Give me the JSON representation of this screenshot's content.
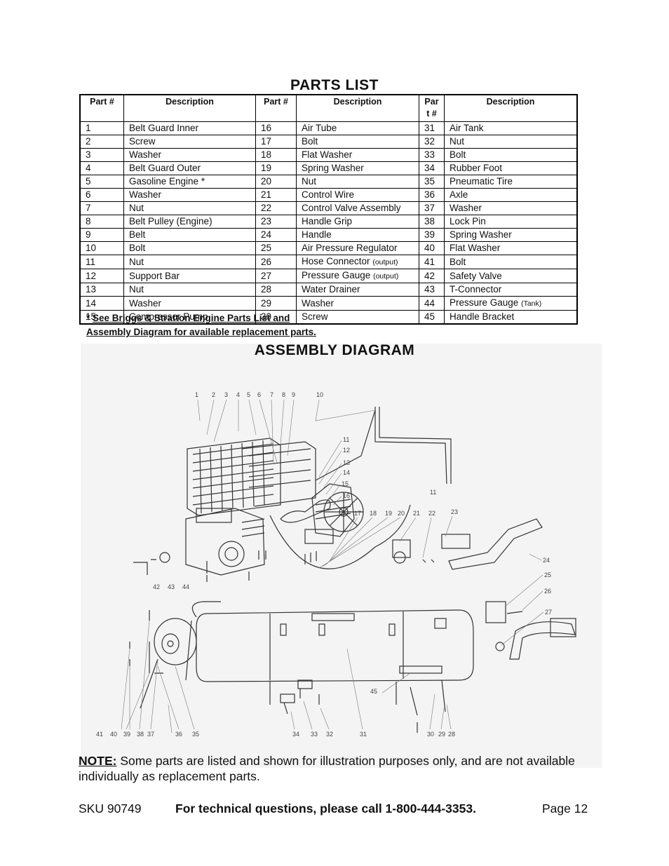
{
  "parts_title": "PARTS LIST",
  "table": {
    "headers": [
      "Part #",
      "Description",
      "Part #",
      "Description",
      "Par\nt #",
      "Description"
    ],
    "rows": [
      {
        "p1": "1",
        "d1": "Belt Guard Inner",
        "p2": "16",
        "d2": "Air Tube",
        "p3": "31",
        "d3": "Air Tank"
      },
      {
        "p1": "2",
        "d1": "Screw",
        "p2": "17",
        "d2": "Bolt",
        "p3": "32",
        "d3": "Nut"
      },
      {
        "p1": "3",
        "d1": "Washer",
        "p2": "18",
        "d2": "Flat Washer",
        "p3": "33",
        "d3": "Bolt"
      },
      {
        "p1": "4",
        "d1": "Belt Guard Outer",
        "p2": "19",
        "d2": "Spring Washer",
        "p3": "34",
        "d3": "Rubber Foot"
      },
      {
        "p1": "5",
        "d1": "Gasoline Engine  *",
        "p2": "20",
        "d2": "Nut",
        "p3": "35",
        "d3": "Pneumatic Tire"
      },
      {
        "p1": "6",
        "d1": "Washer",
        "p2": "21",
        "d2": "Control Wire",
        "p3": "36",
        "d3": "Axle"
      },
      {
        "p1": "7",
        "d1": "Nut",
        "p2": "22",
        "d2": "Control Valve Assembly",
        "p3": "37",
        "d3": "Washer"
      },
      {
        "p1": "8",
        "d1": "Belt Pulley (Engine)",
        "p2": "23",
        "d2": "Handle Grip",
        "p3": "38",
        "d3": "Lock Pin"
      },
      {
        "p1": "9",
        "d1": "Belt",
        "p2": "24",
        "d2": "Handle",
        "p3": "39",
        "d3": "Spring Washer"
      },
      {
        "p1": "10",
        "d1": "Bolt",
        "p2": "25",
        "d2": "Air Pressure Regulator",
        "p3": "40",
        "d3": "Flat Washer"
      },
      {
        "p1": "11",
        "d1": "Nut",
        "p2": "26",
        "d2": "Hose Connector",
        "d2s": "(output)",
        "p3": "41",
        "d3": "Bolt"
      },
      {
        "p1": "12",
        "d1": "Support Bar",
        "p2": "27",
        "d2": "Pressure Gauge",
        "d2s": "(output)",
        "p3": "42",
        "d3": "Safety Valve"
      },
      {
        "p1": "13",
        "d1": "Nut",
        "p2": "28",
        "d2": "Water Drainer",
        "p3": "43",
        "d3": "T-Connector"
      },
      {
        "p1": "14",
        "d1": "Washer",
        "p2": "29",
        "d2": "Washer",
        "p3": "44",
        "d3": "Pressure Gauge",
        "d3s": "(Tank)"
      },
      {
        "p1": "15",
        "d1": "Compressor Pump",
        "p2": "30",
        "d2": "Screw",
        "p3": "45",
        "d3": "Handle Bracket"
      }
    ]
  },
  "footnote": {
    "star": "* ",
    "line1": "See Briggs & Stratton Engine Parts List and",
    "line2": "Assembly Diagram for available replacement parts."
  },
  "assembly_title": "ASSEMBLY DIAGRAM",
  "diagram": {
    "top_callouts": [
      "1",
      "2",
      "3",
      "4",
      "5",
      "6",
      "7",
      "8",
      "9",
      "10"
    ],
    "right_callouts": [
      "11",
      "12",
      "13",
      "14",
      "15",
      "16"
    ],
    "mid_callouts": [
      "17",
      "18",
      "19",
      "20",
      "21",
      "22",
      "23"
    ],
    "side_callouts": [
      "24",
      "25",
      "26",
      "27"
    ],
    "left_callouts": [
      "42",
      "43",
      "44"
    ],
    "bottom_callouts": [
      "41",
      "40",
      "39",
      "38",
      "37",
      "36",
      "35",
      "34",
      "33",
      "32",
      "31",
      "30",
      "29",
      "28"
    ],
    "tube_callout": "11",
    "bracket_callout": "45"
  },
  "note": {
    "label": "NOTE:",
    "text": " Some parts are listed and shown for illustration purposes only, and are not available individually as replacement parts."
  },
  "footer": {
    "sku": "SKU 90749",
    "tech": "For technical questions, please call 1-800-444-3353.",
    "page": "Page 12"
  }
}
